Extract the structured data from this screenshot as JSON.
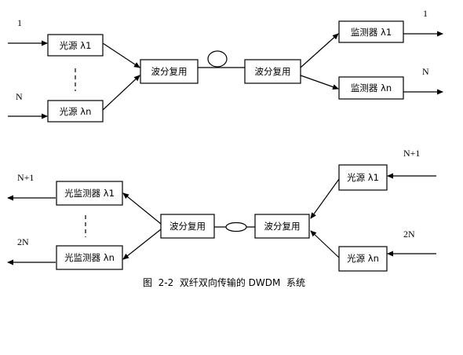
{
  "top_system": {
    "input_top_label": "1",
    "input_bottom_label": "N",
    "source_top": "光源 λ1",
    "source_bottom": "光源 λn",
    "mux_left": "波分复用",
    "mux_right": "波分复用",
    "detector_top": "监测器 λ1",
    "detector_bottom": "监测器 λn",
    "output_top_label": "1",
    "output_bottom_label": "N"
  },
  "bottom_system": {
    "output_top_label": "N+1",
    "output_bottom_label": "2N",
    "detector_top": "光监测器 λ1",
    "detector_bottom": "光监测器 λn",
    "mux_left": "波分复用",
    "mux_right": "波分复用",
    "source_top": "光源 λ1",
    "source_bottom": "光源 λn",
    "input_top_label": "N+1",
    "input_bottom_label": "2N"
  },
  "caption": "图  2-2  双纤双向传输的 DWDM  系统"
}
